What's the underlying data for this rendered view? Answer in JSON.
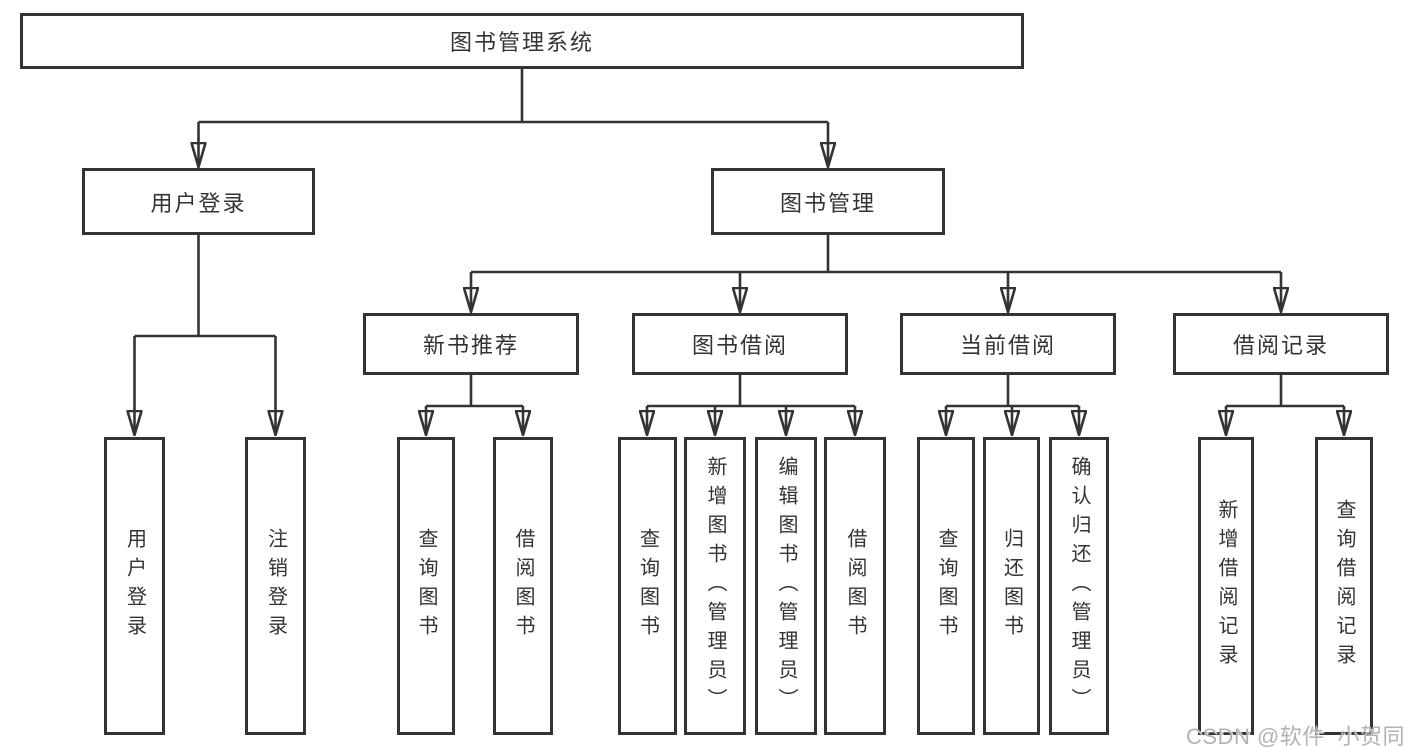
{
  "diagram": {
    "root": {
      "label": "图书管理系统"
    },
    "branches": [
      {
        "label": "用户登录",
        "children": [
          {
            "label": "用户登录"
          },
          {
            "label": "注销登录"
          }
        ]
      },
      {
        "label": "图书管理",
        "children": [
          {
            "label": "新书推荐",
            "children": [
              {
                "label": "查询图书"
              },
              {
                "label": "借阅图书"
              }
            ]
          },
          {
            "label": "图书借阅",
            "children": [
              {
                "label": "查询图书"
              },
              {
                "label": "新增图书（管理员）"
              },
              {
                "label": "编辑图书（管理员）"
              },
              {
                "label": "借阅图书"
              }
            ]
          },
          {
            "label": "当前借阅",
            "children": [
              {
                "label": "查询图书"
              },
              {
                "label": "归还图书"
              },
              {
                "label": "确认归还（管理员）"
              }
            ]
          },
          {
            "label": "借阅记录",
            "children": [
              {
                "label": "新增借阅记录"
              },
              {
                "label": "查询借阅记录"
              }
            ]
          }
        ]
      }
    ]
  },
  "watermark": {
    "text": "CSDN @软件_小贺同学"
  },
  "colors": {
    "line": "#333333",
    "text": "#333333",
    "box_background": "#ffffff",
    "watermark": "#b3b3b3",
    "background": "#ffffff"
  }
}
